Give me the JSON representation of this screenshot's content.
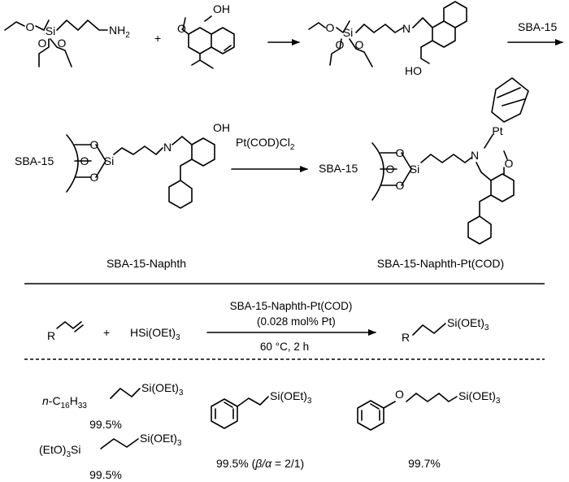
{
  "labels": {
    "O": "O",
    "OH": "OH",
    "HO": "HO",
    "Si": "Si",
    "NH2": "NH",
    "sub2": "2",
    "N": "N",
    "Pt": "Pt",
    "SBA": "SBA-15",
    "plus": "+"
  },
  "reaction": {
    "reagent_first": "SBA-15",
    "reagent_second": "Pt(COD)Cl",
    "reagent_second_sub": "2",
    "catalyst": "SBA-15-Naphth-Pt(COD)",
    "loading": "(0.028 mol% Pt)",
    "conditions": "60 °C, 2 h",
    "silane": "HSi(OEt)",
    "silane_sub": "3",
    "alkene_r": "R",
    "product_group": "Si(OEt)",
    "product_sub": "3",
    "product_r": "R"
  },
  "captions": {
    "ligand": "SBA-15-Naphth",
    "complex": "SBA-15-Naphth-Pt(COD)"
  },
  "products": [
    {
      "prefix": "n",
      "chain": "-C",
      "chain_sub": "16",
      "chain_rest": "H",
      "chain_sub2": "33",
      "group": "Si(OEt)",
      "group_sub": "3",
      "yield": "99.5%"
    },
    {
      "group": "Si(OEt)",
      "group_sub": "3",
      "yield": "99.5% (",
      "ratio": "β/α",
      "ratio_rest": " = 2/1)"
    },
    {
      "ether": "O",
      "group": "Si(OEt)",
      "group_sub": "3",
      "yield": "99.7%"
    },
    {
      "left": "(EtO)",
      "left_sub": "3",
      "left_si": "Si",
      "group": "Si(OEt)",
      "group_sub": "3",
      "yield": "99.5%"
    }
  ]
}
